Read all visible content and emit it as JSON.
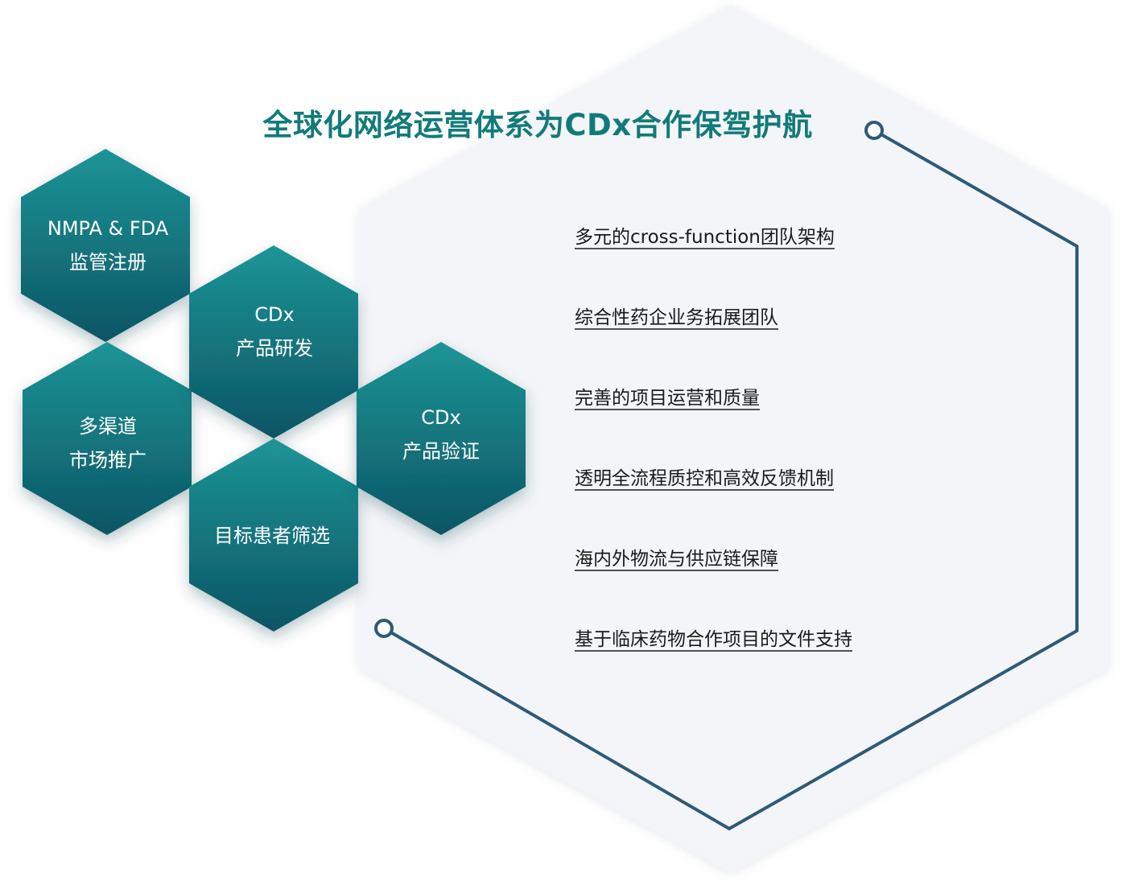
{
  "title": "全球化网络运营体系为CDx合作保驾护航",
  "colors": {
    "title": "#127a7a",
    "hex_top": "#1c9596",
    "hex_bottom": "#0c5565",
    "outline": "#2e5a78",
    "panel": "#f3f5f8",
    "item_text": "#1a1a1a"
  },
  "hexagons": [
    {
      "id": "regulatory",
      "lines": [
        "NMPA & FDA",
        "监管注册"
      ]
    },
    {
      "id": "development",
      "lines": [
        "CDx",
        "产品研发"
      ]
    },
    {
      "id": "marketing",
      "lines": [
        "多渠道",
        "市场推广"
      ]
    },
    {
      "id": "validation",
      "lines": [
        "CDx",
        "产品验证"
      ]
    },
    {
      "id": "screening",
      "lines": [
        "目标患者筛选"
      ]
    }
  ],
  "items": [
    "多元的cross-function团队架构",
    "综合性药企业务拓展团队",
    "完善的项目运营和质量",
    "透明全流程质控和高效反馈机制",
    "海内外物流与供应链保障",
    "基于临床药物合作项目的文件支持"
  ]
}
